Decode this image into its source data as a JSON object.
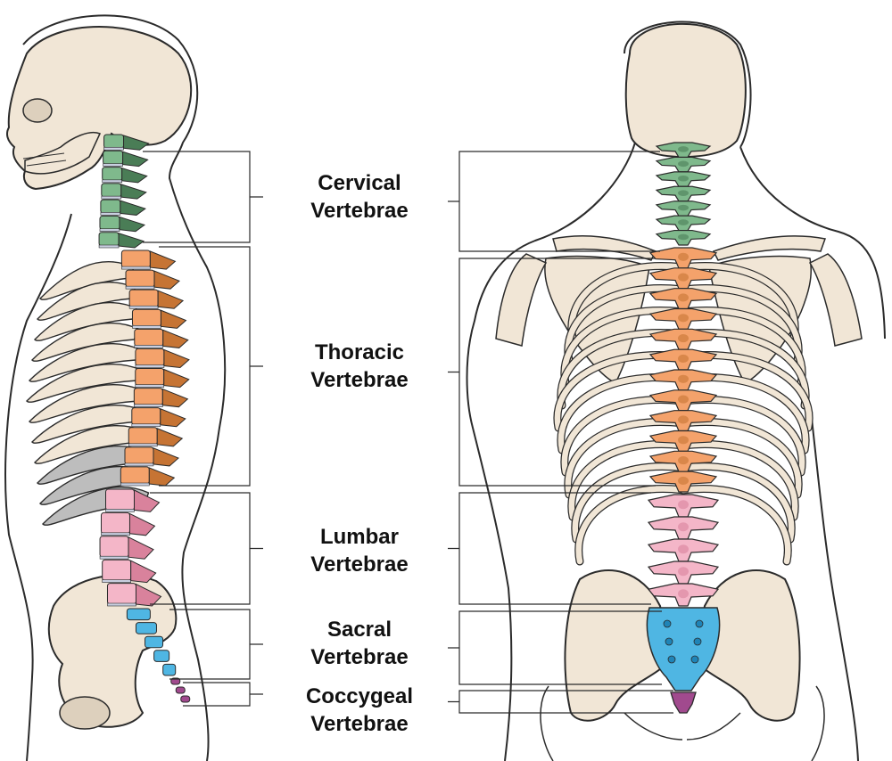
{
  "regions": [
    {
      "id": "cervical",
      "line1": "Cervical",
      "line2": "Vertebrae",
      "color": "#7fb98c",
      "dark": "#4a7d56",
      "count": 7
    },
    {
      "id": "thoracic",
      "line1": "Thoracic",
      "line2": "Vertebrae",
      "color": "#f4a26b",
      "dark": "#c67434",
      "count": 12
    },
    {
      "id": "lumbar",
      "line1": "Lumbar",
      "line2": "Vertebrae",
      "color": "#f4b6c8",
      "dark": "#d9829c",
      "count": 5
    },
    {
      "id": "sacral",
      "line1": "Sacral",
      "line2": "Vertebrae",
      "color": "#4fb6e3",
      "dark": "#1f84b7",
      "count": 1
    },
    {
      "id": "coccygeal",
      "line1": "Coccygeal",
      "line2": "Vertebrae",
      "color": "#a14a8e",
      "dark": "#6e2b60",
      "count": 1
    }
  ],
  "colors": {
    "bone": "#f1e6d6",
    "bone_shadow": "#ddd0bd",
    "outline": "#2b2b2b",
    "rib_grey": "#bdbdbd",
    "disc": "#c9cfe0"
  },
  "views": [
    "lateral-view",
    "posterior-view"
  ]
}
